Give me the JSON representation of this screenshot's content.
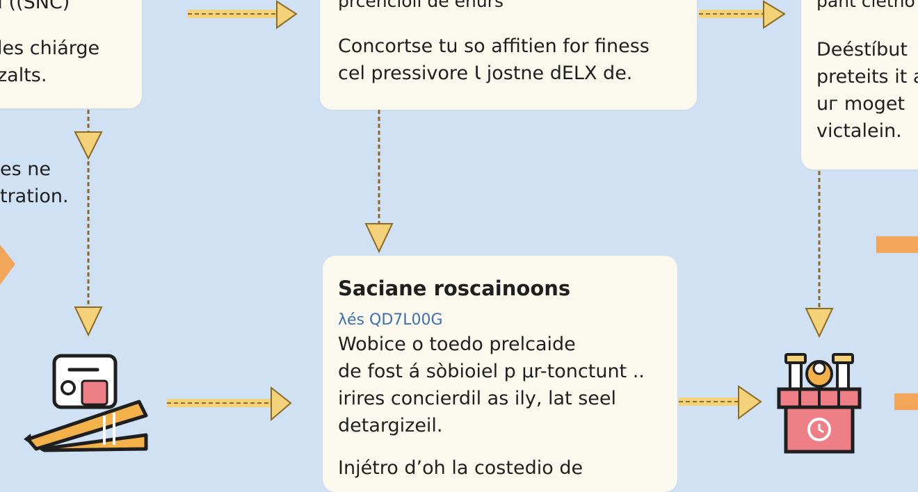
{
  "colors": {
    "background": "#cfe1f2",
    "card": "#fbf8ee",
    "arrow_fill": "#f3d27a",
    "arrow_stroke": "#8a6a25",
    "accent_orange": "#f2a65a",
    "box_pink": "#ee7f86"
  },
  "box_left_top": {
    "partial_title": "Í ((SNC)",
    "lines": [
      "les chiárge",
      "zalts."
    ]
  },
  "left_free_text": {
    "lines": [
      "es ne",
      "tration."
    ]
  },
  "box_center_top": {
    "partial_title": "prcêncioll de enurs",
    "lines": [
      "Concortse tu so affitien for finess",
      "cel pressivore Ɩ jostne dELX de."
    ]
  },
  "box_right_top": {
    "partial_title": "pant cletho",
    "lines": [
      "Deéstíbut",
      "preteits it a",
      "uг moget",
      "victalein."
    ]
  },
  "box_center_bottom": {
    "title": "Saciane roscainoons",
    "subtitle": "λés QD7L00G",
    "lines": [
      "Wobice o toedo prelcaide",
      "de fost á sòbioiel p μr-tonctunt ..",
      "irires concierdil as ily, lat seel",
      "detargizeil."
    ],
    "partial_bottom": "Injétro d’oh la costedio de"
  },
  "icons": {
    "left": "toolbox-and-tools-icon",
    "right": "storefront-kiosk-icon"
  }
}
